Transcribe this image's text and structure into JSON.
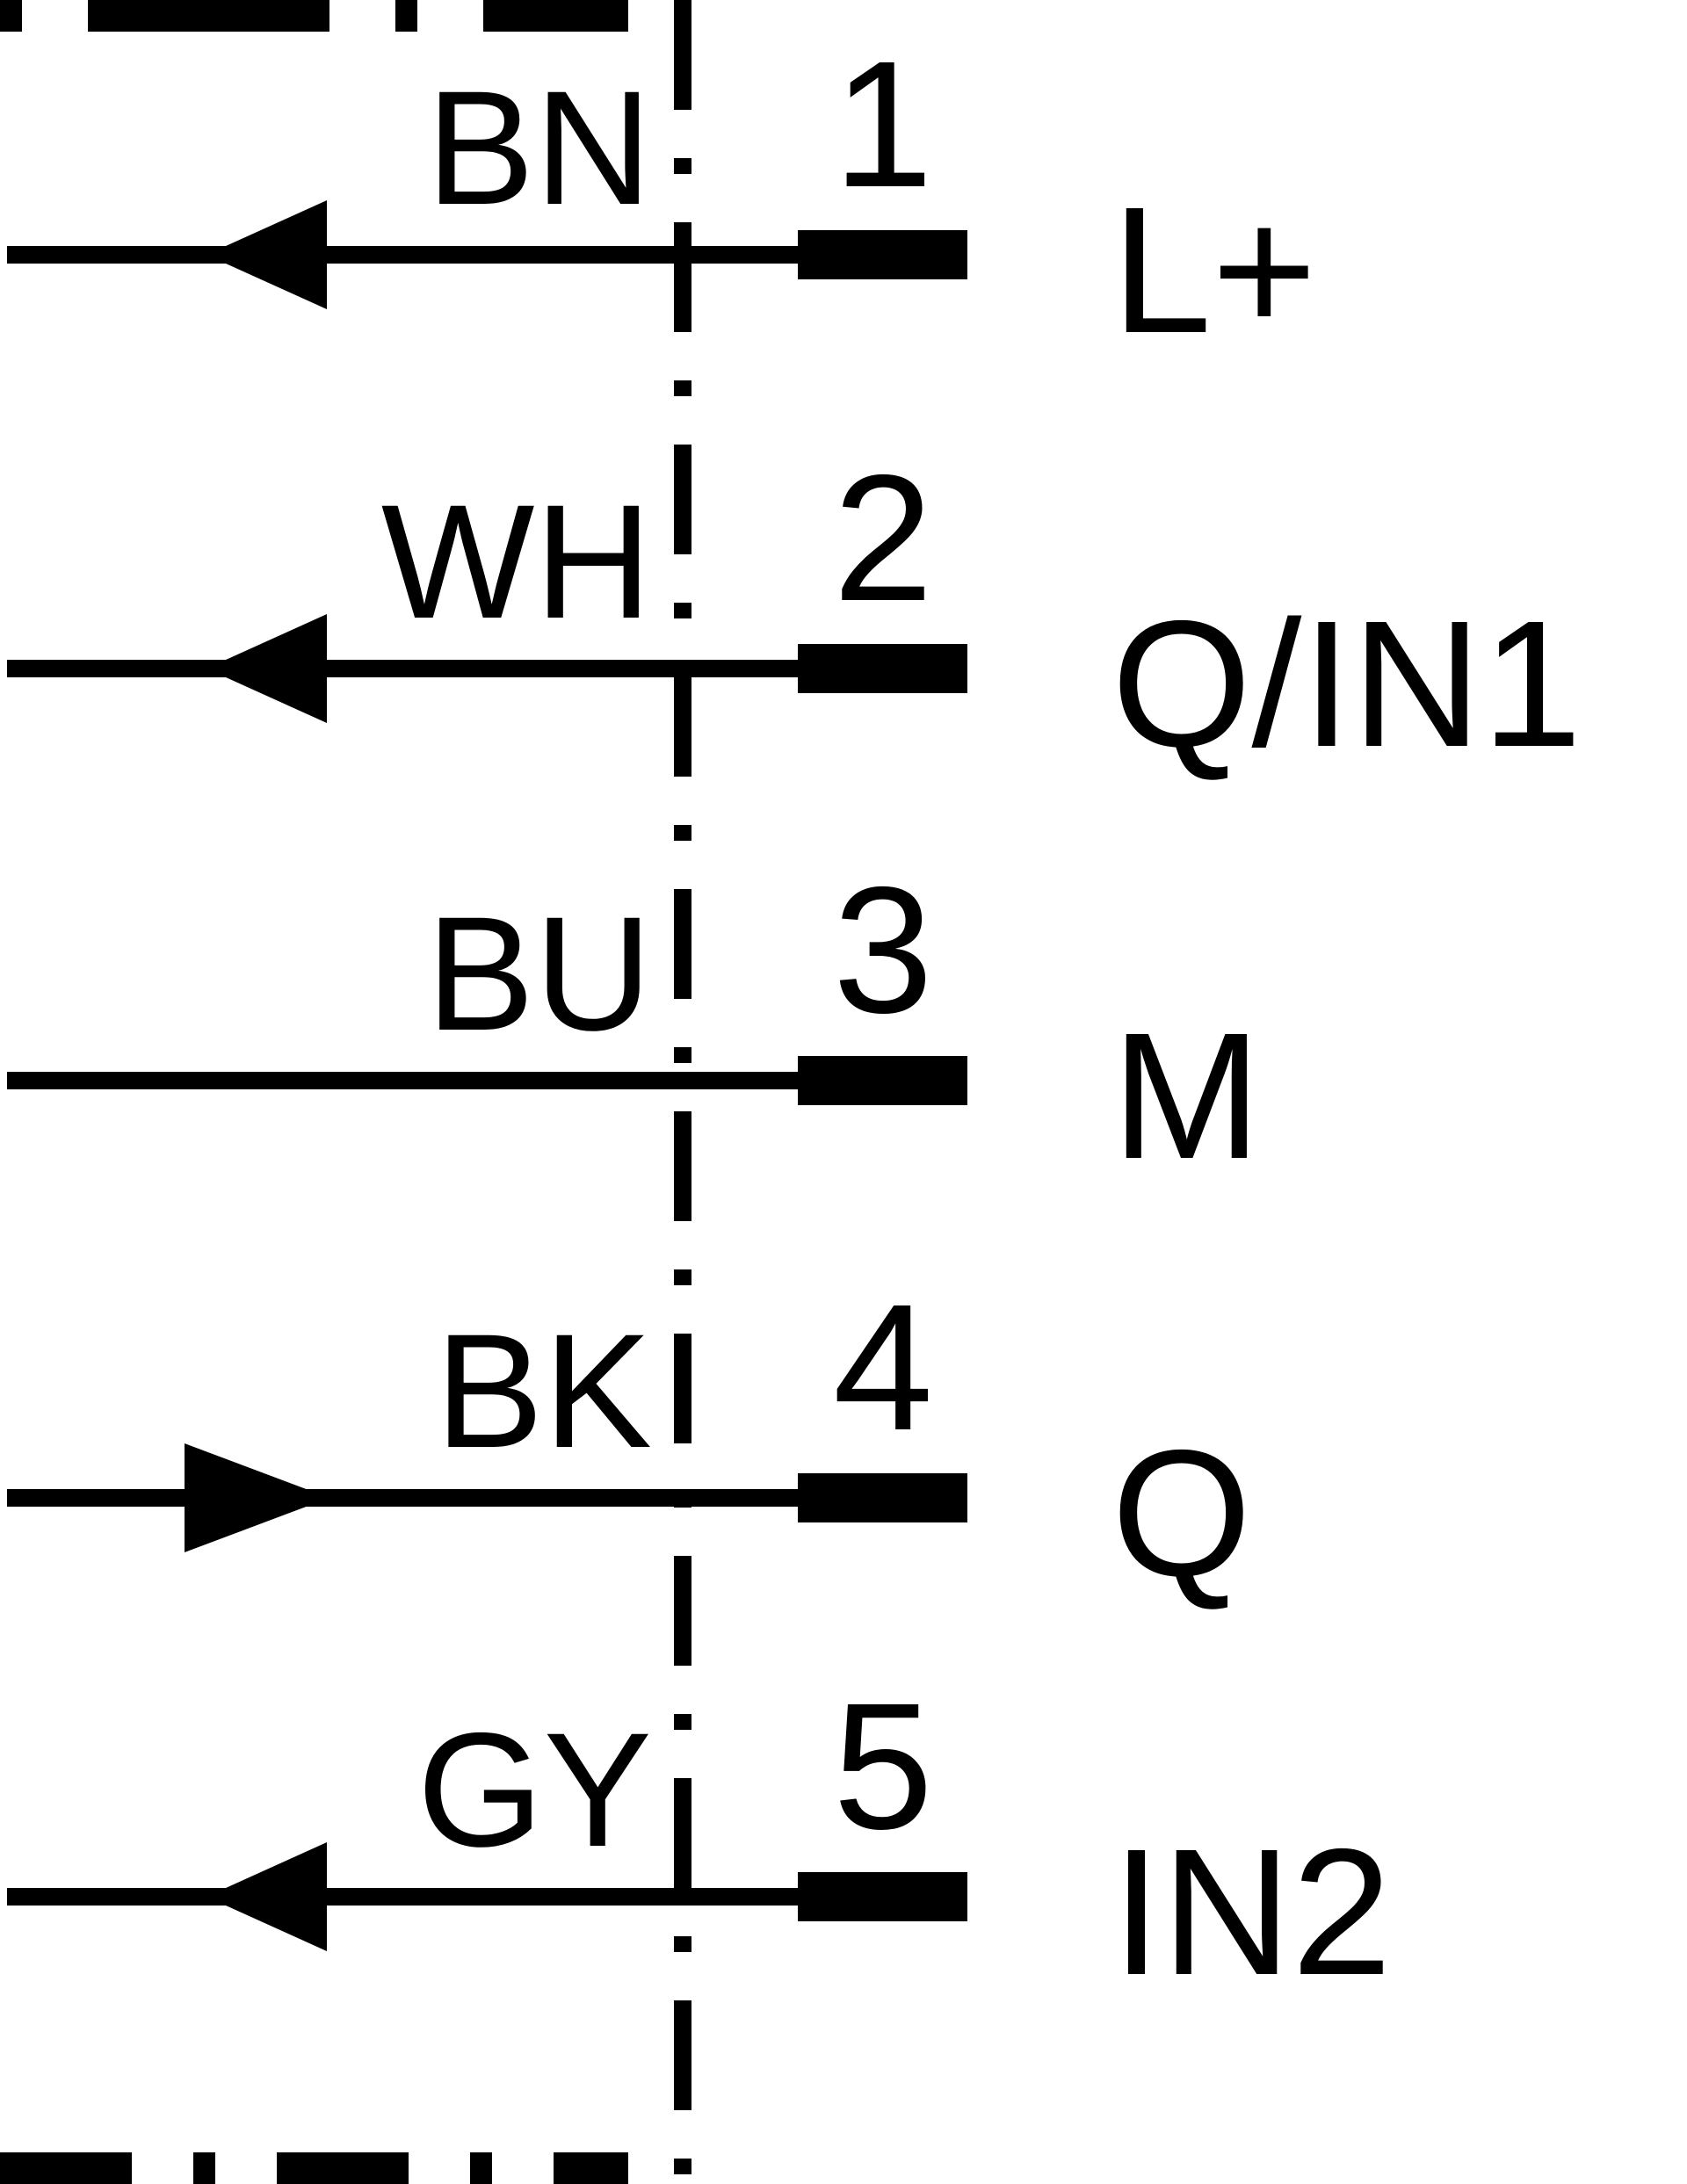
{
  "diagram": {
    "type": "sensor-connector-pinout",
    "line_color": "#000000",
    "background_color": "#ffffff",
    "rows": [
      {
        "wire_color": "BN",
        "pin": "1",
        "signal": "L+",
        "arrow": "left"
      },
      {
        "wire_color": "WH",
        "pin": "2",
        "signal": "Q/IN1",
        "arrow": "left"
      },
      {
        "wire_color": "BU",
        "pin": "3",
        "signal": "M",
        "arrow": "none"
      },
      {
        "wire_color": "BK",
        "pin": "4",
        "signal": "Q",
        "arrow": "right"
      },
      {
        "wire_color": "GY",
        "pin": "5",
        "signal": "IN2",
        "arrow": "left"
      }
    ]
  }
}
